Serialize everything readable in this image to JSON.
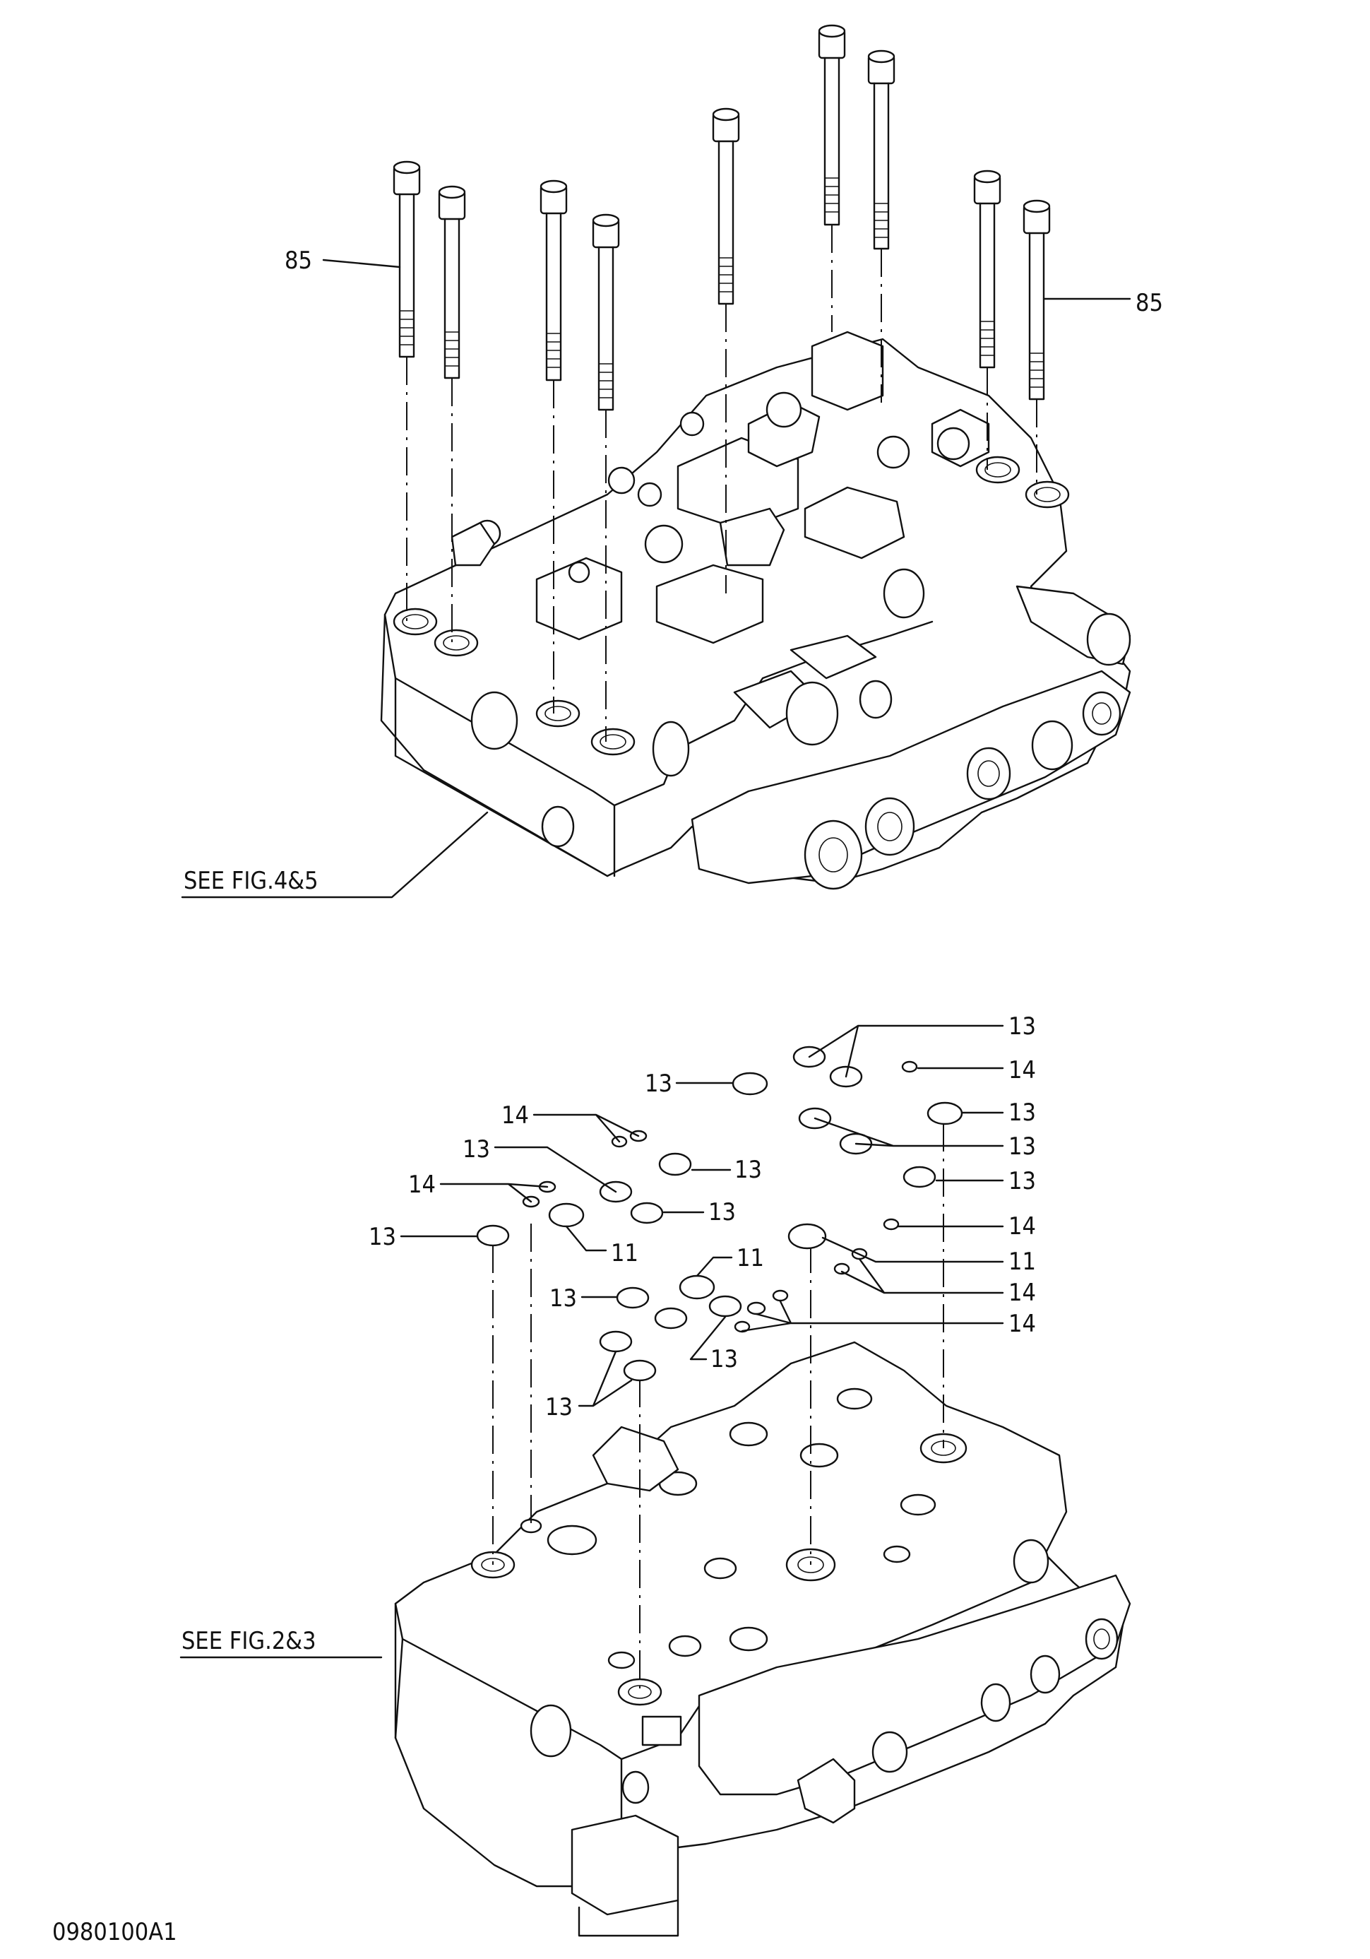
{
  "drawing_number": "0980100A1",
  "upper_assembly": {
    "bolt_callouts": [
      "85",
      "85"
    ],
    "reference": "SEE FIG.4&5"
  },
  "lower_assembly": {
    "reference": "SEE FIG.2&3",
    "callouts": [
      "13",
      "14",
      "13",
      "13",
      "14",
      "13",
      "13",
      "13",
      "13",
      "14",
      "13",
      "13",
      "14",
      "13",
      "11",
      "11",
      "11",
      "13",
      "14",
      "14",
      "13",
      "13"
    ]
  }
}
